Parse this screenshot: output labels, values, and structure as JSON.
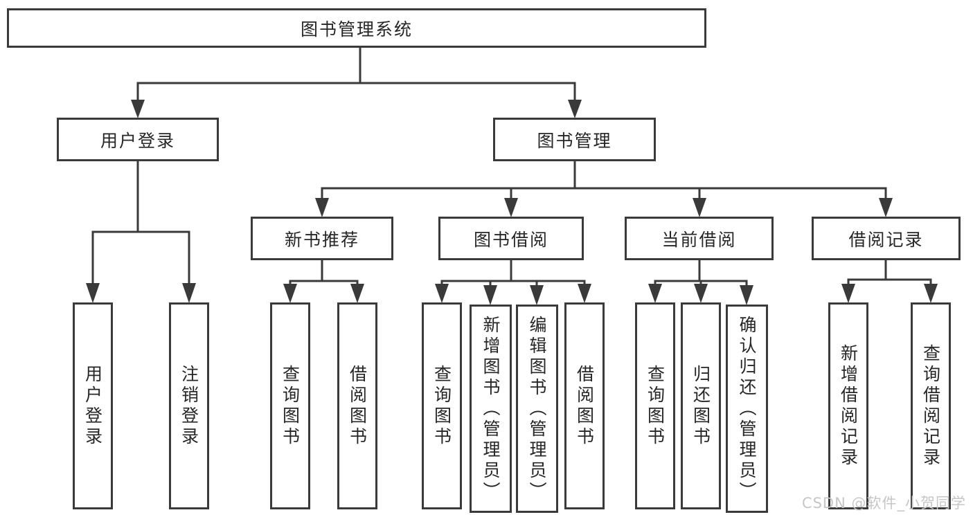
{
  "tree": {
    "label": "图书管理系统",
    "children": [
      {
        "label": "用户登录",
        "children": [
          {
            "label": "用户登录"
          },
          {
            "label": "注销登录"
          }
        ]
      },
      {
        "label": "图书管理",
        "children": [
          {
            "label": "新书推荐",
            "children": [
              {
                "label": "查询图书"
              },
              {
                "label": "借阅图书"
              }
            ]
          },
          {
            "label": "图书借阅",
            "children": [
              {
                "label": "查询图书"
              },
              {
                "label": "新增图书（管理员）"
              },
              {
                "label": "编辑图书（管理员）"
              },
              {
                "label": "借阅图书"
              }
            ]
          },
          {
            "label": "当前借阅",
            "children": [
              {
                "label": "查询图书"
              },
              {
                "label": "归还图书"
              },
              {
                "label": "确认归还（管理员）"
              }
            ]
          },
          {
            "label": "借阅记录",
            "children": [
              {
                "label": "新增借阅记录"
              },
              {
                "label": "查询借阅记录"
              }
            ]
          }
        ]
      }
    ]
  },
  "watermark": {
    "text": "CSDN @软件_小贺同学"
  },
  "colors": {
    "line": "#3a3a3a",
    "text": "#262626",
    "background": "#ffffff",
    "watermark": "#c6c6c6"
  }
}
